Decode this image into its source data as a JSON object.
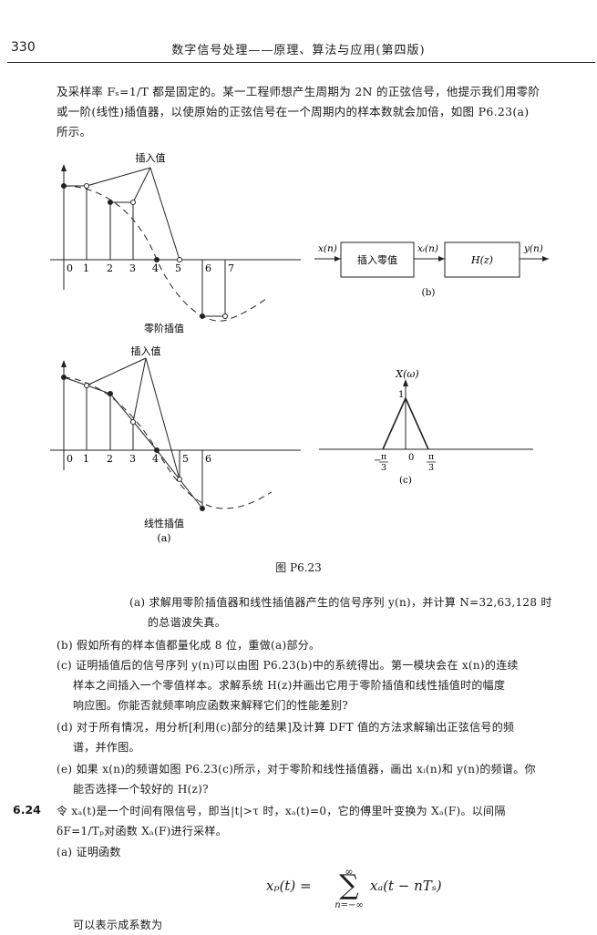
{
  "header": {
    "page_number": "330",
    "book_title": "数字信号处理——原理、算法与应用(第四版)"
  },
  "intro": {
    "line1": "及采样率 Fₛ=1/T 都是固定的。某一工程师想产生周期为 2N 的正弦信号，他提示我们用零阶",
    "line2": "或一阶(线性)插值器，以使原始的正弦信号在一个周期内的样本数就会加倍，如图 P6.23(a)",
    "line3": "所示。"
  },
  "figure": {
    "zoh": {
      "inserted_label": "插入值",
      "caption": "零阶插值",
      "ticks": [
        "0",
        "1",
        "2",
        "3",
        "4",
        "5",
        "6",
        "7"
      ]
    },
    "lin": {
      "inserted_label": "插入值",
      "caption": "线性插值",
      "sub": "(a)",
      "ticks": [
        "0",
        "1",
        "2",
        "3",
        "4",
        "5",
        "6"
      ]
    },
    "block": {
      "input": "x(n)",
      "box1": "插入零值",
      "mid": "xᵢ(n)",
      "box2": "H(z)",
      "output": "y(n)",
      "sub": "(b)"
    },
    "spectrum": {
      "ylabel": "X(ω)",
      "peak": "1",
      "origin": "0",
      "tick_neg_top": "π",
      "tick_neg_bot": "3",
      "tick_pos_top": "π",
      "tick_pos_bot": "3",
      "neg_sign": "−",
      "sub": "(c)"
    },
    "caption": "图 P6.23"
  },
  "items": {
    "a1": "(a) 求解用零阶插值器和线性插值器产生的信号序列 y(n)，并计算 N=32,63,128 时",
    "a2": "的总谐波失真。",
    "b": "(b) 假如所有的样本值都量化成 8 位，重做(a)部分。",
    "c1": "(c) 证明插值后的信号序列 y(n)可以由图 P6.23(b)中的系统得出。第一模块会在 x(n)的连续",
    "c2": "样本之间插入一个零值样本。求解系统 H(z)并画出它用于零阶插值和线性插值时的幅度",
    "c3": "响应图。你能否就频率响应函数来解释它们的性能差别?",
    "d1": "(d) 对于所有情况，用分析[利用(c)部分的结果]及计算 DFT 值的方法求解输出正弦信号的频",
    "d2": "谱，并作图。",
    "e1": "(e) 如果 x(n)的频谱如图 P6.23(c)所示，对于零阶和线性插值器，画出 xᵢ(n)和 y(n)的频谱。你",
    "e2": "能否选择一个较好的 H(z)?"
  },
  "problem624": {
    "number": "6.24",
    "line1": "令 xₐ(t)是一个时间有限信号，即当|t|>τ 时，xₐ(t)=0，它的傅里叶变换为 Xₐ(F)。以间隔",
    "line2": "δF=1/Tₚ对函数 Xₐ(F)进行采样。",
    "sub_a": "(a) 证明函数",
    "formula_lhs": "xₚ(t) =",
    "formula_sum": "∑",
    "formula_top": "∞",
    "formula_bot": "n=−∞",
    "formula_rhs": "xₐ(t − nTₛ)",
    "closing": "可以表示成系数为"
  }
}
